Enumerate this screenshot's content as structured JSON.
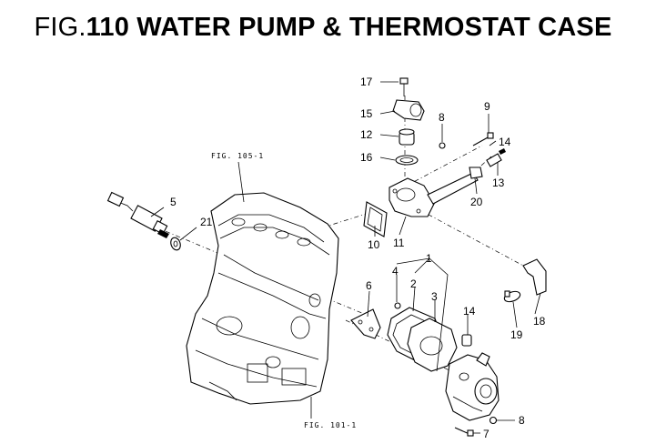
{
  "title": {
    "prefix": "FIG.",
    "text": "110 WATER PUMP & THERMOSTAT CASE"
  },
  "references": {
    "block_upper": "FIG. 105-1",
    "block_lower": "FIG. 101-1"
  },
  "callouts": {
    "p1": "1",
    "p2": "2",
    "p3": "3",
    "p4": "4",
    "p5": "5",
    "p6": "6",
    "p7": "7",
    "p8a": "8",
    "p8b": "8",
    "p9": "9",
    "p10": "10",
    "p11": "11",
    "p12": "12",
    "p13": "13",
    "p14a": "14",
    "p14b": "14",
    "p15": "15",
    "p16": "16",
    "p17": "17",
    "p18": "18",
    "p19": "19",
    "p20": "20",
    "p21": "21"
  }
}
